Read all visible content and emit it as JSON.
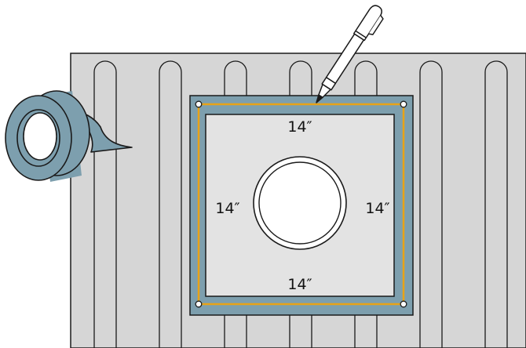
{
  "labels": {
    "top": "14″",
    "left": "14″",
    "right": "14″",
    "bottom": "14″"
  },
  "icons": {
    "tape": "tape-roll-icon",
    "marker": "marker-pen-icon"
  },
  "colors": {
    "panel": "#d6d6d6",
    "outline": "#1a1a1a",
    "flashing": "#7d9fae",
    "square": "#e3e3e3",
    "guide_line": "#e8a317",
    "tape": "#7d9fae",
    "marker_body": "#ffffff"
  }
}
